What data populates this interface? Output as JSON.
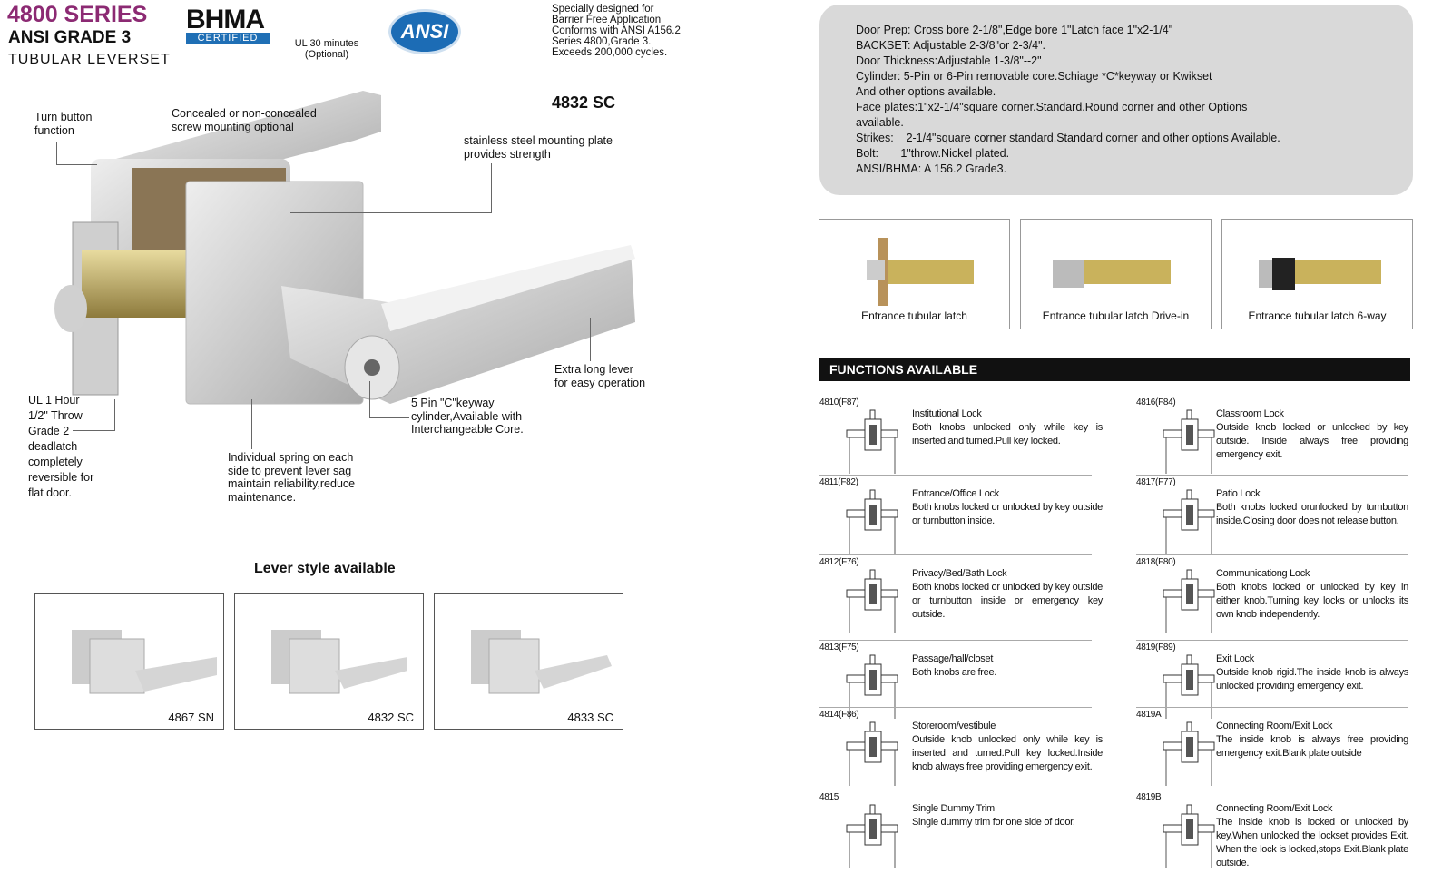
{
  "header": {
    "series": "4800 SERIES",
    "grade": "ANSI GRADE 3",
    "type": "TUBULAR LEVERSET",
    "bhma_logo": "BHMA",
    "bhma_certified": "CERTIFIED",
    "ul_line1": "UL 30 minutes",
    "ul_line2": "(Optional)",
    "ansi_logo": "ANSI",
    "spec_lines": [
      "Specially designed for",
      "Barrier Free Application",
      "Conforms with ANSI A156.2",
      "Series 4800,Grade 3.",
      "Exceeds 200,000 cycles."
    ],
    "model": "4832 SC"
  },
  "annotations": {
    "turn_button": [
      "Turn button",
      "function"
    ],
    "concealed": [
      "Concealed or non-concealed",
      "screw mounting optional"
    ],
    "mounting_plate": [
      "stainless steel mounting plate",
      "provides strength"
    ],
    "lever": [
      "Extra long lever",
      "for easy operation"
    ],
    "cylinder": [
      "5 Pin \"C\"keyway",
      "cylinder,Available with",
      "Interchangeable Core."
    ],
    "spring": [
      "Individual spring on each",
      "side to prevent lever sag",
      "maintain reliability,reduce",
      "maintenance."
    ],
    "deadlatch": [
      "UL 1 Hour",
      "1/2\" Throw",
      "Grade 2",
      "deadlatch",
      "completely",
      "reversible for",
      "flat door."
    ]
  },
  "lever_styles": {
    "title": "Lever style available",
    "items": [
      "4867 SN",
      "4832 SC",
      "4833 SC"
    ]
  },
  "specs": [
    "Door Prep: Cross bore 2-1/8\",Edge bore 1\"Latch face 1\"x2-1/4\"",
    "BACKSET: Adjustable 2-3/8\"or 2-3/4\".",
    "Door Thickness:Adjustable 1-3/8\"--2\"",
    "Cylinder: 5-Pin or 6-Pin removable core.Schiage *C*keyway or Kwikset",
    "And other options available.",
    "Face plates:1\"x2-1/4\"square corner.Standard.Round corner and other Options",
    "available.",
    "Strikes:    2-1/4\"square corner standard.Standard corner and other options Available.",
    "Bolt:       1\"throw.Nickel plated.",
    "ANSI/BHMA: A 156.2 Grade3."
  ],
  "latches": [
    "Entrance tubular latch",
    "Entrance tubular latch Drive-in",
    "Entrance tubular latch 6-way"
  ],
  "functions": {
    "title": "FUNCTIONS AVAILABLE",
    "left": [
      {
        "code": "4810(F87)",
        "name": "Institutional Lock",
        "desc": "Both knobs unlocked only while key is inserted and turned.Pull key locked."
      },
      {
        "code": "4811(F82)",
        "name": "Entrance/Office Lock",
        "desc": "Both knobs locked or unlocked by key outside or turnbutton inside."
      },
      {
        "code": "4812(F76)",
        "name": "Privacy/Bed/Bath Lock",
        "desc": "Both knobs locked or unlocked by key outside or turnbutton inside or emergency key outside."
      },
      {
        "code": "4813(F75)",
        "name": "Passage/hall/closet",
        "desc": "Both knobs are free."
      },
      {
        "code": "4814(F86)",
        "name": "Storeroom/vestibule",
        "desc": "Outside knob unlocked only while key is inserted and turned.Pull key locked.Inside knob always free providing emergency exit."
      },
      {
        "code": "4815",
        "name": "Single Dummy Trim",
        "desc": "Single dummy trim for one side of door."
      }
    ],
    "right": [
      {
        "code": "4816(F84)",
        "name": "Classroom Lock",
        "desc": "Outside knob locked or unlocked by key outside. Inside always free providing emergency exit."
      },
      {
        "code": "4817(F77)",
        "name": "Patio Lock",
        "desc": "Both knobs locked orunlocked by turnbutton inside.Closing door does not release button."
      },
      {
        "code": "4818(F80)",
        "name": "Communicationg Lock",
        "desc": "Both knobs locked or unlocked by key in either knob.Turning key locks or unlocks its own knob independently."
      },
      {
        "code": "4819(F89)",
        "name": "Exit Lock",
        "desc": "Outside knob rigid.The inside knob is always unlocked providing emergency exit."
      },
      {
        "code": "4819A",
        "name": "Connecting Room/Exit Lock",
        "desc": "The inside knob is always free providing emergency exit.Blank plate outside"
      },
      {
        "code": "4819B",
        "name": "Connecting Room/Exit Lock",
        "desc": "The inside knob is locked or unlocked by key.When unlocked the lockset provides Exit. When the lock is locked,stops Exit.Blank plate outside."
      }
    ]
  }
}
